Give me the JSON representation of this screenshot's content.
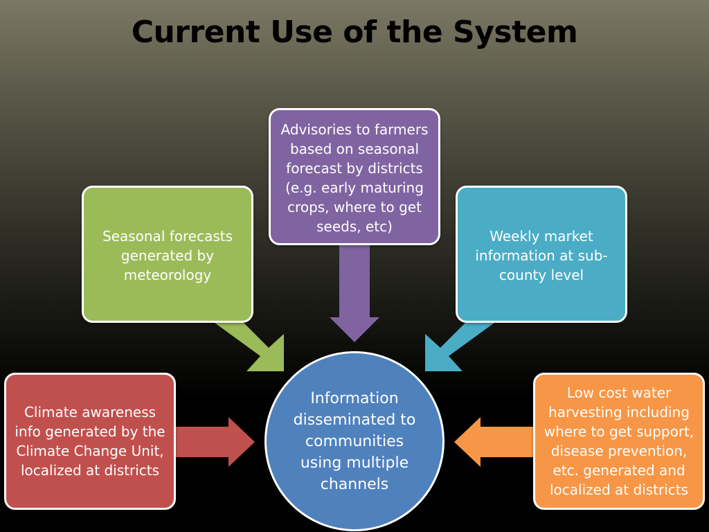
{
  "title": "Current Use of the System",
  "center": "Information disseminated to communities using multiple channels",
  "boxes": {
    "seasonal": "Seasonal forecasts generated by meteorology",
    "advisories": "Advisories to farmers based on seasonal forecast by districts (e.g. early maturing crops, where to get seeds, etc)",
    "market": "Weekly market information at sub-county level",
    "climate": "Climate awareness info generated by the Climate Change Unit, localized at districts",
    "water": "Low cost water harvesting including where to get support, disease prevention, etc. generated and localized at districts"
  },
  "colors": {
    "green": "#9bbb59",
    "purple": "#8064a2",
    "teal": "#4bacc6",
    "red": "#c0504d",
    "orange": "#f79646",
    "blue": "#4f81bd"
  }
}
